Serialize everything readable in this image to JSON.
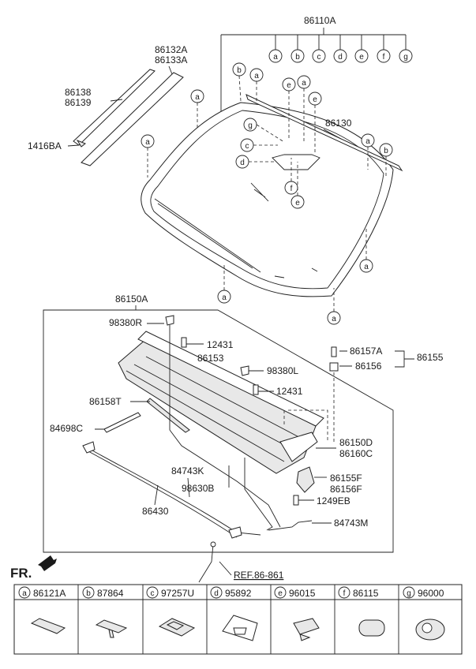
{
  "callouts": {
    "p86110A": "86110A",
    "p86132A": "86132A",
    "p86133A": "86133A",
    "p86138": "86138",
    "p86139": "86139",
    "p1416BA": "1416BA",
    "p86130": "86130",
    "p86150A": "86150A",
    "p98380R": "98380R",
    "p12431a": "12431",
    "p86153": "86153",
    "p98380L": "98380L",
    "p12431b": "12431",
    "p86157A": "86157A",
    "p86155": "86155",
    "p86156": "86156",
    "p86158T": "86158T",
    "p84698C": "84698C",
    "p86150D": "86150D",
    "p86160C": "86160C",
    "p84743K": "84743K",
    "p86155F": "86155F",
    "p86156F": "86156F",
    "p98630B": "98630B",
    "p1249EB": "1249EB",
    "p86430": "86430",
    "p84743M": "84743M",
    "ref": "REF.86-861",
    "fr": "FR."
  },
  "letters": {
    "a": "a",
    "b": "b",
    "c": "c",
    "d": "d",
    "e": "e",
    "f": "f",
    "g": "g"
  },
  "legend": [
    {
      "letter": "a",
      "part": "86121A"
    },
    {
      "letter": "b",
      "part": "87864"
    },
    {
      "letter": "c",
      "part": "97257U"
    },
    {
      "letter": "d",
      "part": "95892"
    },
    {
      "letter": "e",
      "part": "96015"
    },
    {
      "letter": "f",
      "part": "86115"
    },
    {
      "letter": "g",
      "part": "96000"
    }
  ]
}
